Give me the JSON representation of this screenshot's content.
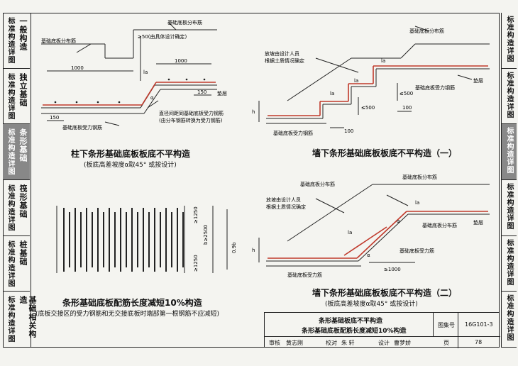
{
  "left_nav": [
    {
      "label": "一般构造",
      "sub": "标准构造详图"
    },
    {
      "label": "独立基础",
      "sub": "标准构造详图"
    },
    {
      "label": "条形基础",
      "sub": "标准构造详图",
      "active": true
    },
    {
      "label": "筏形基础",
      "sub": "标准构造详图"
    },
    {
      "label": "桩基础",
      "sub": "标准构造详图"
    },
    {
      "label": "基础相关构造",
      "sub": "标准构造详图"
    }
  ],
  "right_nav": [
    "标准构造详图",
    "标准构造详图",
    "标准构造详图",
    "标准构造详图",
    "标准构造详图",
    "标准构造详图"
  ],
  "fig1": {
    "title": "柱下条形基础底板板底不平构造",
    "subtitle": "(板底高差坡度α取45°  或按设计)",
    "labels": {
      "dist_bar_left": "基础底板分布筋",
      "dist_bar_right": "基础底板分布筋",
      "dim_50": "≥50(由具体设计确定)",
      "dim_1000_left": "1000",
      "dim_1000_right": "1000",
      "la": "la",
      "alpha": "α",
      "dim_150_left": "150",
      "dim_150_right": "150",
      "cushion": "垫层",
      "main_bar": "基础底板受力钢筋",
      "note1": "直径间距同基础底板受力钢筋",
      "note2": "(由分布钢筋转换为受力钢筋)"
    }
  },
  "fig2": {
    "title": "墙下条形基础底板板底不平构造（一）",
    "labels": {
      "dist_bar": "基础底板分布筋",
      "slope_note1": "放坡由设计人员",
      "slope_note2": "根据土质情况确定",
      "la_a": "la",
      "la_b": "la",
      "la_c": "la",
      "dim_500_a": "≤500",
      "dim_500_b": "≤500",
      "h": "h",
      "main_bar_right": "基础底板受力钢筋",
      "main_bar_left": "基础底板受力钢筋",
      "dim_100_a": "100",
      "dim_100_b": "100",
      "cushion": "垫层"
    }
  },
  "fig3": {
    "title": "条形基础底板配筋长度减短10%构造",
    "subtitle": "(底板交接区的受力钢筋和无交接底板时端部第一根钢筋不应减短)",
    "labels": {
      "dim_1250_top": "≥1250",
      "dim_b": "b≥2500",
      "dim_1250_bottom": "≥1250",
      "dim_09b": "0.9b"
    }
  },
  "fig4": {
    "title": "墙下条形基础底板板底不平构造（二）",
    "subtitle": "(板底高差坡度α取45°  或按设计)",
    "labels": {
      "dist_bar_top": "基础底板分布筋",
      "dist_bar_mid": "基础底板分布筋",
      "dist_bar_right": "基础底板分布筋",
      "slope_note1": "放坡由设计人员",
      "slope_note2": "根据土质情况确定",
      "la_a": "la",
      "la_b": "la",
      "alpha_a": "α",
      "alpha_b": "α",
      "h": "h",
      "dim_1000": "≥1000",
      "main_bar_mid": "基础底板受力筋",
      "main_bar_left": "基础底板受力筋",
      "cushion": "垫层"
    }
  },
  "title_block": {
    "title_line1": "条形基础板底不平构造",
    "title_line2": "条形基础底板配筋长度减短10%构造",
    "atlas_label": "图集号",
    "atlas_no": "16G101-3",
    "review_label": "审核",
    "review_name": "黄志刚",
    "check_label": "校对",
    "check_name": "朱  轩",
    "design_label": "设计",
    "design_name": "曹梦娇",
    "page_label": "页",
    "page_no": "78"
  }
}
